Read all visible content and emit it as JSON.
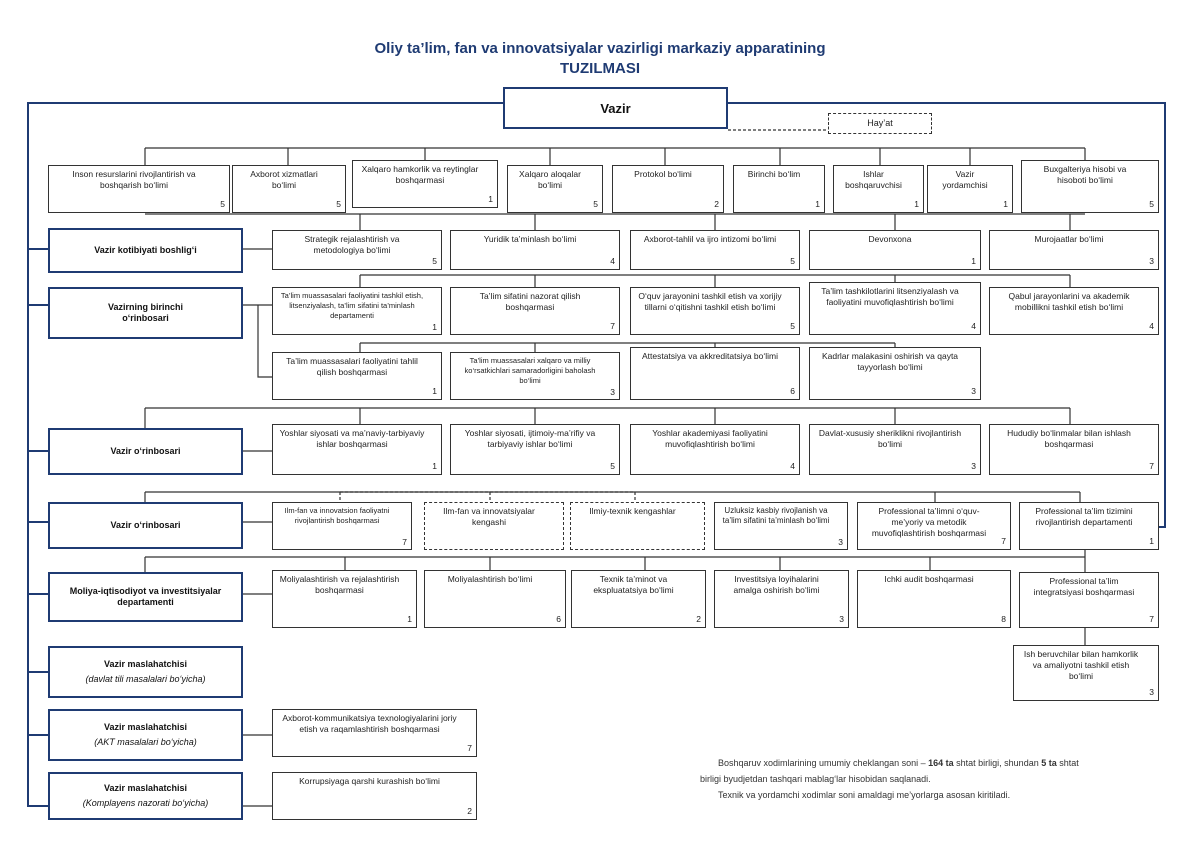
{
  "title": {
    "line1": "Oliy ta’lim, fan va innovatsiyalar vazirligi markaziy apparatining",
    "line2": "TUZILMASI"
  },
  "top": {
    "vazir": "Vazir",
    "hayat": "Hay’at"
  },
  "row1": [
    {
      "label": "Inson resurslarini rivojlantirish va boshqarish bo‘limi",
      "num": "5"
    },
    {
      "label": "Axborot xizmatlari bo‘limi",
      "num": "5"
    },
    {
      "label": "Xalqaro hamkorlik va reytinglar boshqarmasi",
      "num": "1"
    },
    {
      "label": "Xalqaro aloqalar bo‘limi",
      "num": "5"
    },
    {
      "label": "Protokol bo‘limi",
      "num": "2"
    },
    {
      "label": "Birinchi bo‘lim",
      "num": "1"
    },
    {
      "label": "Ishlar boshqaruvchisi",
      "num": "1"
    },
    {
      "label": "Vazir yordamchisi",
      "num": "1"
    },
    {
      "label": "Buxgalteriya hisobi va hisoboti bo‘limi",
      "num": "5"
    }
  ],
  "leaders": [
    {
      "label": "Vazir kotibiyati boshlig‘i",
      "sub": ""
    },
    {
      "label": "Vazirning birinchi o‘rinbosari",
      "sub": ""
    },
    {
      "label": "Vazir o‘rinbosari",
      "sub": ""
    },
    {
      "label": "Vazir o‘rinbosari",
      "sub": ""
    },
    {
      "label": "Moliya-iqtisodiyot va investitsiyalar departamenti",
      "sub": ""
    },
    {
      "label": "Vazir maslahatchisi",
      "sub": "(davlat tili masalalari bo‘yicha)"
    },
    {
      "label": "Vazir maslahatchisi",
      "sub": "(AKT masalalari bo‘yicha)"
    },
    {
      "label": "Vazir maslahatchisi",
      "sub": "(Komplayens nazorati bo‘yicha)"
    }
  ],
  "row_kotib": [
    {
      "label": "Strategik rejalashtirish va metodologiya bo‘limi",
      "num": "5"
    },
    {
      "label": "Yuridik ta’minlash bo‘limi",
      "num": "4"
    },
    {
      "label": "Axborot-tahlil va ijro intizomi bo‘limi",
      "num": "5"
    },
    {
      "label": "Devonxona",
      "num": "1"
    },
    {
      "label": "Murojaatlar bo‘limi",
      "num": "3"
    }
  ],
  "row_birinchi_a": [
    {
      "label": "Ta’lim muassasalari faoliyatini tashkil etish, litsenziyalash, ta’lim sifatini ta’minlash departamenti",
      "num": "1"
    },
    {
      "label": "Ta’lim sifatini nazorat qilish boshqarmasi",
      "num": "7"
    },
    {
      "label": "O‘quv jarayonini tashkil etish va xorijiy tillarni o‘qitishni tashkil etish bo‘limi",
      "num": "5"
    },
    {
      "label": "Ta’lim tashkilotlarini litsenziyalash va faoliyatini muvofiqlashtirish bo‘limi",
      "num": "4"
    },
    {
      "label": "Qabul jarayonlarini va akademik mobillikni tashkil etish bo‘limi",
      "num": "4"
    }
  ],
  "row_birinchi_b": [
    {
      "label": "Ta’lim muassasalari faoliyatini tahlil qilish boshqarmasi",
      "num": "1"
    },
    {
      "label": "Ta’lim muassasalari xalqaro va milliy ko‘rsatkichlari samaradorligini baholash bo‘limi",
      "num": "3"
    },
    {
      "label": "Attestatsiya va akkreditatsiya bo‘limi",
      "num": "6"
    },
    {
      "label": "Kadrlar malakasini oshirish va qayta tayyorlash bo‘limi",
      "num": "3"
    }
  ],
  "row_orinbosar1": [
    {
      "label": "Yoshlar siyosati va ma’naviy-tarbiyaviy ishlar boshqarmasi",
      "num": "1"
    },
    {
      "label": "Yoshlar siyosati, ijtimoiy-ma’rifiy va tarbiyaviy ishlar bo‘limi",
      "num": "5"
    },
    {
      "label": "Yoshlar akademiyasi faoliyatini muvofiqlashtirish bo‘limi",
      "num": "4"
    },
    {
      "label": "Davlat-xususiy sheriklikni rivojlantirish bo‘limi",
      "num": "3"
    },
    {
      "label": "Hududiy bo‘linmalar bilan ishlash boshqarmasi",
      "num": "7"
    }
  ],
  "row_orinbosar2": [
    {
      "label": "Ilm-fan va innovatsion faoliyatni rivojlantirish boshqarmasi",
      "num": "7"
    },
    {
      "label": "Ilm-fan va innovatsiyalar kengashi",
      "num": ""
    },
    {
      "label": "Ilmiy-texnik kengashlar",
      "num": ""
    },
    {
      "label": "Uzluksiz kasbiy rivojlanish va ta’lim sifatini ta’minlash bo‘limi",
      "num": "3"
    },
    {
      "label": "Professional ta’limni o‘quv-me’yoriy va metodik muvofiqlashtirish boshqarmasi",
      "num": "7"
    },
    {
      "label": "Professional ta’lim tizimini rivojlantirish departamenti",
      "num": "1"
    }
  ],
  "row_moliya": [
    {
      "label": "Moliyalashtirish va rejalashtirish boshqarmasi",
      "num": "1"
    },
    {
      "label": "Moliyalashtirish bo‘limi",
      "num": "6"
    },
    {
      "label": "Texnik ta’minot va ekspluatatsiya bo‘limi",
      "num": "2"
    },
    {
      "label": "Investitsiya loyihalarini amalga oshirish bo‘limi",
      "num": "3"
    },
    {
      "label": "Ichki audit boshqarmasi",
      "num": "8"
    },
    {
      "label": "Professional ta’lim integratsiyasi boshqarmasi",
      "num": "7"
    }
  ],
  "ish_beruvchilar": {
    "label": "Ish beruvchilar bilan hamkorlik va amaliyotni tashkil etish bo‘limi",
    "num": "3"
  },
  "akt_unit": {
    "label": "Axborot-kommunikatsiya texnologiyalarini joriy etish va raqamlashtirish boshqarmasi",
    "num": "7"
  },
  "korrupsiya_unit": {
    "label": "Korrupsiyaga qarshi kurashish bo‘limi",
    "num": "2"
  },
  "notes": {
    "line1_pre": "Boshqaruv xodimlarining umumiy cheklangan soni – ",
    "line1_b1": "164 ta",
    "line1_mid": " shtat birligi, shundan ",
    "line1_b2": "5 ta",
    "line1_post": " shtat",
    "line2": "birligi byudjetdan tashqari mablag‘lar hisobidan saqlanadi.",
    "line3": "Texnik va yordamchi xodimlar soni amaldagi me’yorlarga asosan kiritiladi."
  },
  "colors": {
    "accent": "#1f3b73",
    "border": "#333333"
  }
}
